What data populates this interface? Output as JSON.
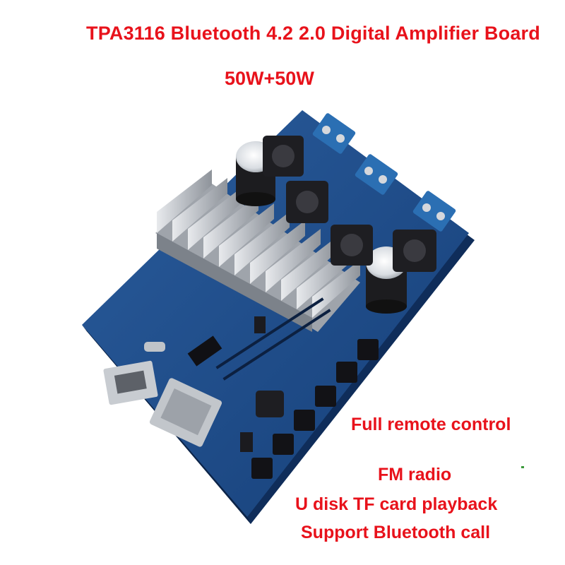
{
  "header": {
    "title": "TPA3116 Bluetooth 4.2 2.0 Digital Amplifier Board",
    "power": "50W+50W"
  },
  "features": {
    "remote": "Full remote control",
    "radio": "FM radio",
    "playback": "U disk TF card playback",
    "call": "Support Bluetooth call"
  },
  "colors": {
    "text_accent": "#e8121b",
    "pcb": "#1f4f8f",
    "heatsink": "#c9ccd1",
    "terminal": "#2b6fb3"
  }
}
